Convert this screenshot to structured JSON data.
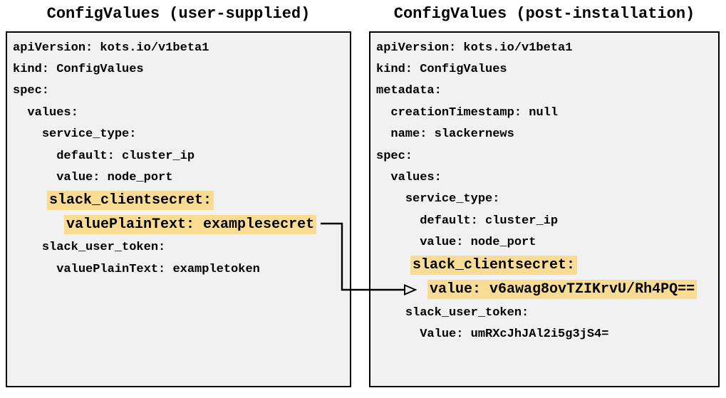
{
  "colors": {
    "highlight": "#F9DC94",
    "panel_background": "#F1F1F1",
    "panel_border": "#000000",
    "text": "#000000",
    "arrow": "#000000",
    "page_background": "#FFFFFF"
  },
  "left_panel": {
    "title": "ConfigValues (user-supplied)",
    "lines": [
      {
        "prefix": "",
        "text": "apiVersion: kots.io/v1beta1",
        "highlight": false
      },
      {
        "prefix": "",
        "text": "kind: ConfigValues",
        "highlight": false
      },
      {
        "prefix": "",
        "text": "spec:",
        "highlight": false
      },
      {
        "prefix": "  ",
        "text": "values:",
        "highlight": false
      },
      {
        "prefix": "    ",
        "text": "service_type:",
        "highlight": false
      },
      {
        "prefix": "      ",
        "text": "default: cluster_ip",
        "highlight": false
      },
      {
        "prefix": "      ",
        "text": "value: node_port",
        "highlight": false
      },
      {
        "prefix": "    ",
        "text": "slack_clientsecret:",
        "highlight": true
      },
      {
        "prefix": "      ",
        "text": "valuePlainText: examplesecret",
        "highlight": true
      },
      {
        "prefix": "    ",
        "text": "slack_user_token:",
        "highlight": false
      },
      {
        "prefix": "      ",
        "text": "valuePlainText: exampletoken",
        "highlight": false
      }
    ]
  },
  "right_panel": {
    "title": "ConfigValues (post-installation)",
    "lines": [
      {
        "prefix": "",
        "text": "apiVersion: kots.io/v1beta1",
        "highlight": false
      },
      {
        "prefix": "",
        "text": "kind: ConfigValues",
        "highlight": false
      },
      {
        "prefix": "",
        "text": "metadata:",
        "highlight": false
      },
      {
        "prefix": "  ",
        "text": "creationTimestamp: null",
        "highlight": false
      },
      {
        "prefix": "  ",
        "text": "name: slackernews",
        "highlight": false
      },
      {
        "prefix": "",
        "text": "spec:",
        "highlight": false
      },
      {
        "prefix": "  ",
        "text": "values:",
        "highlight": false
      },
      {
        "prefix": "    ",
        "text": "service_type:",
        "highlight": false
      },
      {
        "prefix": "      ",
        "text": "default: cluster_ip",
        "highlight": false
      },
      {
        "prefix": "      ",
        "text": "value: node_port",
        "highlight": false
      },
      {
        "prefix": "    ",
        "text": "slack_clientsecret:",
        "highlight": true
      },
      {
        "prefix": "      ",
        "text": "value: v6awag8ovTZIKrvU/Rh4PQ==",
        "highlight": true
      },
      {
        "prefix": "    ",
        "text": "slack_user_token:",
        "highlight": false
      },
      {
        "prefix": "      ",
        "text": "Value: umRXcJhJAl2i5g3jS4=",
        "highlight": false
      }
    ]
  },
  "arrow": {
    "icon": "elbow-arrow-connector"
  }
}
